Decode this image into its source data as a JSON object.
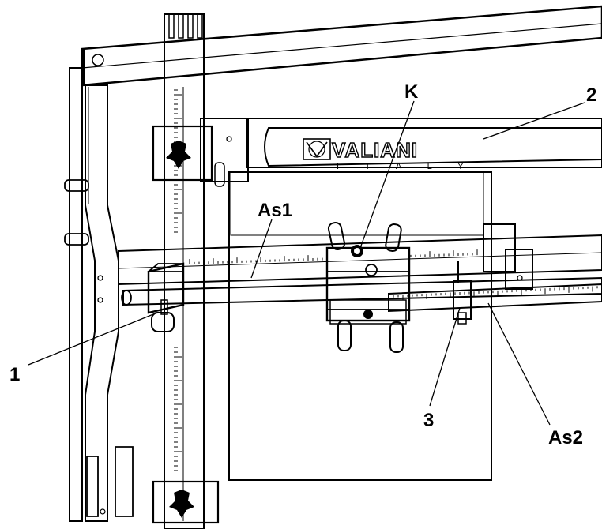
{
  "brand": {
    "name": "VALIANI",
    "country": "I T A L Y"
  },
  "labels": {
    "k": "K",
    "two": "2",
    "as1": "As1",
    "one": "1",
    "three": "3",
    "as2": "As2"
  },
  "colors": {
    "ink": "#000000",
    "paper": "#ffffff"
  }
}
